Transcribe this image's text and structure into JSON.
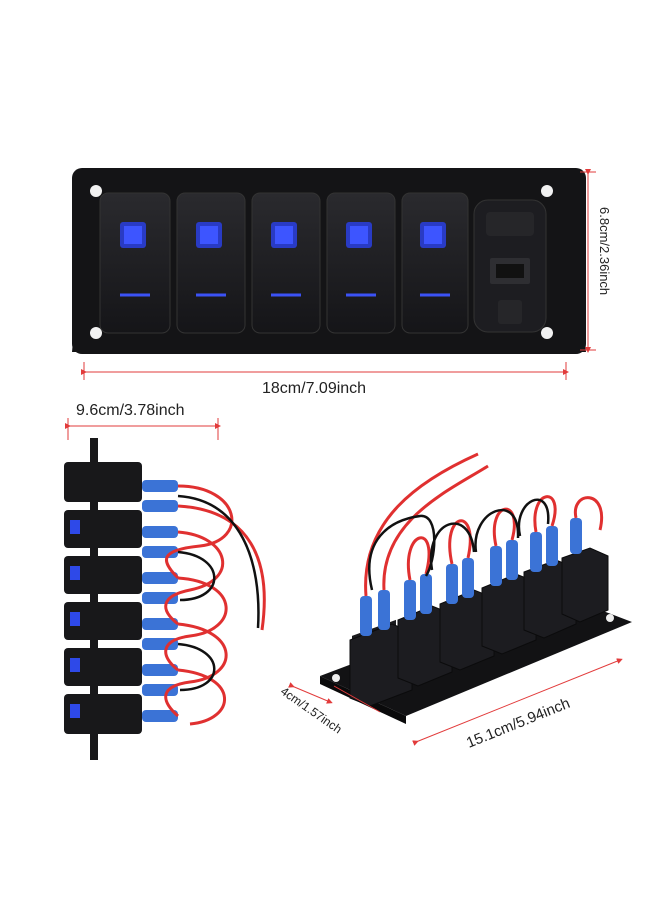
{
  "dimensions": {
    "panel_width": "18cm/7.09inch",
    "panel_height": "6.8cm/2.36inch",
    "side_depth": "9.6cm/3.78inch",
    "iso_width": "15.1cm/5.94inch",
    "iso_height": "4cm/1.57inch"
  },
  "colors": {
    "panel": "#141416",
    "switch": "#1c1c20",
    "led_blue": "#2a3fe0",
    "wire_red": "#e03030",
    "connector_blue": "#3b73d6",
    "dim_line": "#e23b3b"
  },
  "panel": {
    "switch_count": 5,
    "has_usb_socket": true
  }
}
